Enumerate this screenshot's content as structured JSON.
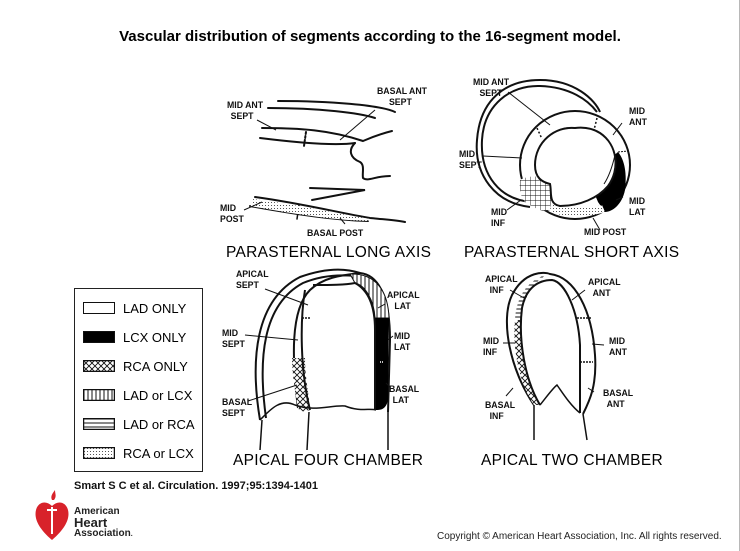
{
  "title": "Vascular distribution of segments according to the 16-segment model.",
  "views": {
    "plax": {
      "title": "PARASTERNAL LONG AXIS",
      "labels": {
        "mid_ant_sept": [
          "MID ANT",
          "SEPT"
        ],
        "basal_ant_sept": [
          "BASAL ANT",
          "SEPT"
        ],
        "mid_post": [
          "MID",
          "POST"
        ],
        "basal_post": [
          "BASAL POST"
        ]
      }
    },
    "psax": {
      "title": "PARASTERNAL SHORT AXIS",
      "labels": {
        "mid_ant_sept": [
          "MID ANT",
          "SEPT"
        ],
        "mid_ant": [
          "MID",
          "ANT"
        ],
        "mid_sept": [
          "MID",
          "SEPT"
        ],
        "mid_lat": [
          "MID",
          "LAT"
        ],
        "mid_inf": [
          "MID",
          "INF"
        ],
        "mid_post": [
          "MID POST"
        ]
      }
    },
    "a4c": {
      "title": "APICAL FOUR CHAMBER",
      "labels": {
        "apical_sept": [
          "APICAL",
          "SEPT"
        ],
        "apical_lat": [
          "APICAL",
          "LAT"
        ],
        "mid_sept": [
          "MID",
          "SEPT"
        ],
        "mid_lat": [
          "MID",
          "LAT"
        ],
        "basal_sept": [
          "BASAL",
          "SEPT"
        ],
        "basal_lat": [
          "BASAL",
          "LAT"
        ]
      }
    },
    "a2c": {
      "title": "APICAL TWO CHAMBER",
      "labels": {
        "apical_inf": [
          "APICAL",
          "INF"
        ],
        "apical_ant": [
          "APICAL",
          "ANT"
        ],
        "mid_inf": [
          "MID",
          "INF"
        ],
        "mid_ant": [
          "MID",
          "ANT"
        ],
        "basal_inf": [
          "BASAL",
          "INF"
        ],
        "basal_ant": [
          "BASAL",
          "ANT"
        ]
      }
    }
  },
  "legend": [
    {
      "label": "LAD ONLY",
      "pattern": "white"
    },
    {
      "label": "LCX ONLY",
      "pattern": "black"
    },
    {
      "label": "RCA ONLY",
      "pattern": "crosshatch"
    },
    {
      "label": "LAD or LCX",
      "pattern": "vertical-lines"
    },
    {
      "label": "LAD or RCA",
      "pattern": "horizontal-lines"
    },
    {
      "label": "RCA or LCX",
      "pattern": "dots"
    }
  ],
  "citation": "Smart S C et al. Circulation. 1997;95:1394-1401",
  "logo": {
    "line1": "American",
    "line2": "Heart",
    "line3": "Association",
    "mark": "."
  },
  "copyright": "Copyright © American Heart Association, Inc. All rights reserved.",
  "colors": {
    "ink": "#111111",
    "aha_red": "#d8222a",
    "background": "#ffffff"
  }
}
